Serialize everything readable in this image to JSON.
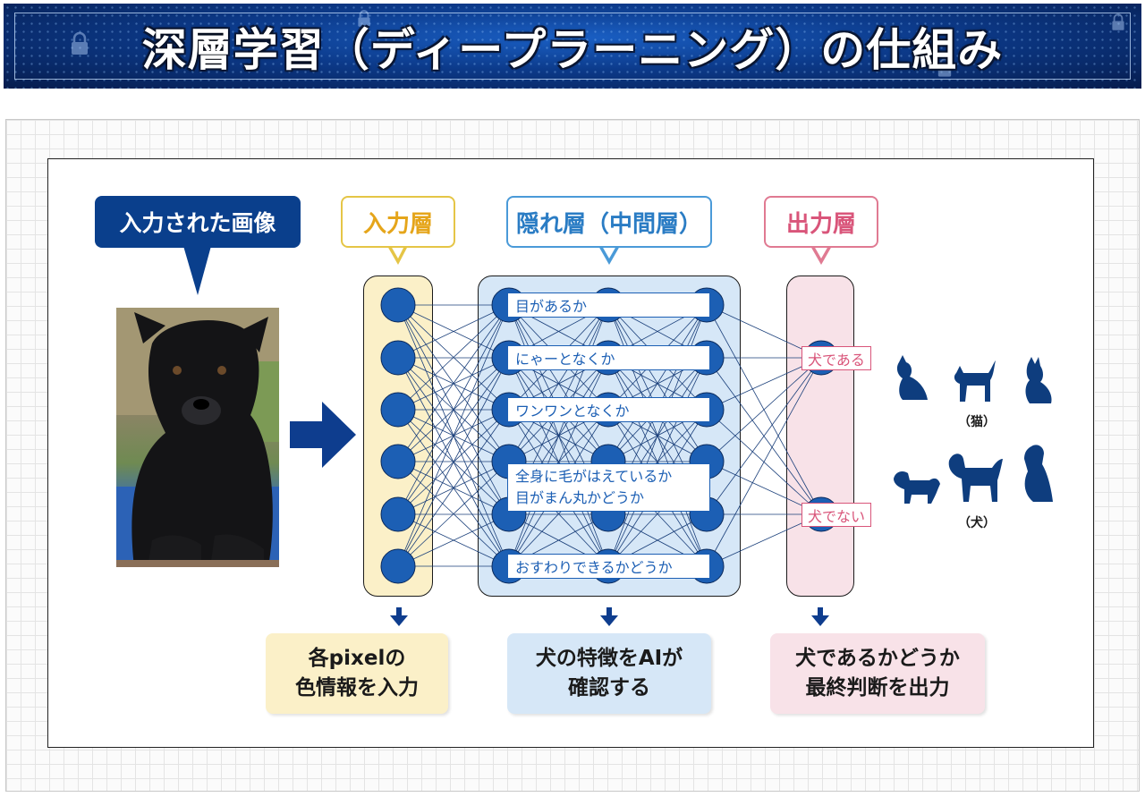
{
  "title": "深層学習（ディープラーニング）の仕組み",
  "labels": {
    "input_image": "入力された画像",
    "input_layer": "入力層",
    "hidden_layer": "隠れ層（中間層）",
    "output_layer": "出力層"
  },
  "features": [
    "目があるか",
    "にゃーとなくか",
    "ワンワンとなくか",
    "全身に毛がはえているか",
    "目がまん丸かどうか",
    "おすわりできるかどうか"
  ],
  "outputs": [
    "犬である",
    "犬でない"
  ],
  "bottom": {
    "input": [
      "各pixelの",
      "色情報を入力"
    ],
    "hidden": [
      "犬の特徴をAIが",
      "確認する"
    ],
    "output": [
      "犬であるかどうか",
      "最終判断を出力"
    ]
  },
  "captions": {
    "cat": "（猫）",
    "dog": "（犬）"
  },
  "icons": [
    "lock-icon",
    "dog-photo",
    "arrow-right-icon",
    "arrow-down-icon",
    "cat-silhouette-icon",
    "dog-silhouette-icon"
  ],
  "colors": {
    "banner": "#0c3a8a",
    "node": "#1c5fb4",
    "input_fill": "#fbf0c8",
    "hidden_fill": "#d6e7f7",
    "output_fill": "#f8e2e8",
    "input_accent": "#e5a51a",
    "hidden_accent": "#2a7cc4",
    "output_accent": "#d9557a",
    "silhouette": "#0e3d7e"
  }
}
